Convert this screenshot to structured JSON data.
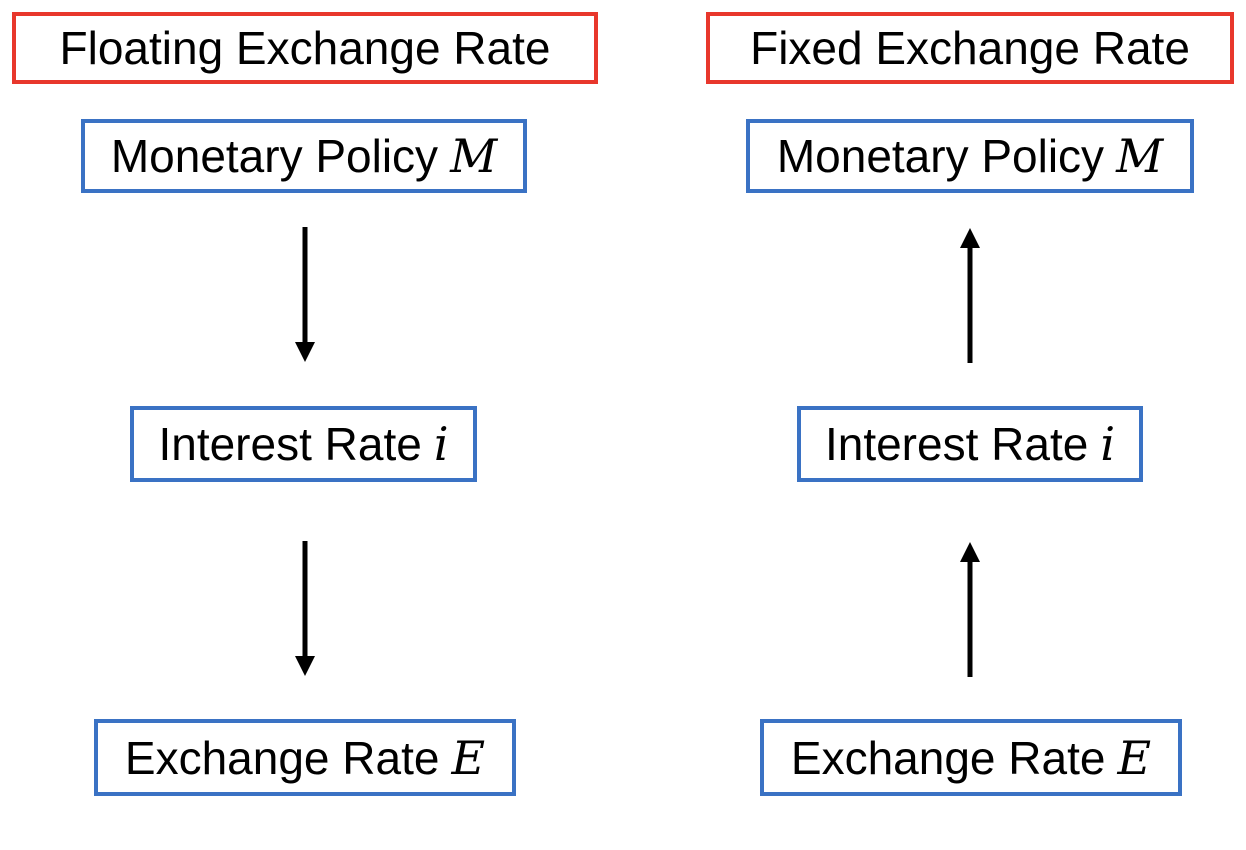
{
  "left": {
    "title": "Floating Exchange Rate",
    "nodes": [
      {
        "label": "Monetary Policy",
        "var": "M"
      },
      {
        "label": "Interest Rate",
        "var": "i"
      },
      {
        "label": "Exchange Rate",
        "var": "E"
      }
    ],
    "arrow_direction": "down"
  },
  "right": {
    "title": "Fixed Exchange Rate",
    "nodes": [
      {
        "label": "Monetary Policy",
        "var": "M"
      },
      {
        "label": "Interest Rate",
        "var": "i"
      },
      {
        "label": "Exchange Rate",
        "var": "E"
      }
    ],
    "arrow_direction": "up"
  },
  "colors": {
    "title_border": "#e8372c",
    "node_border": "#3a72c4",
    "arrow": "#000000"
  }
}
